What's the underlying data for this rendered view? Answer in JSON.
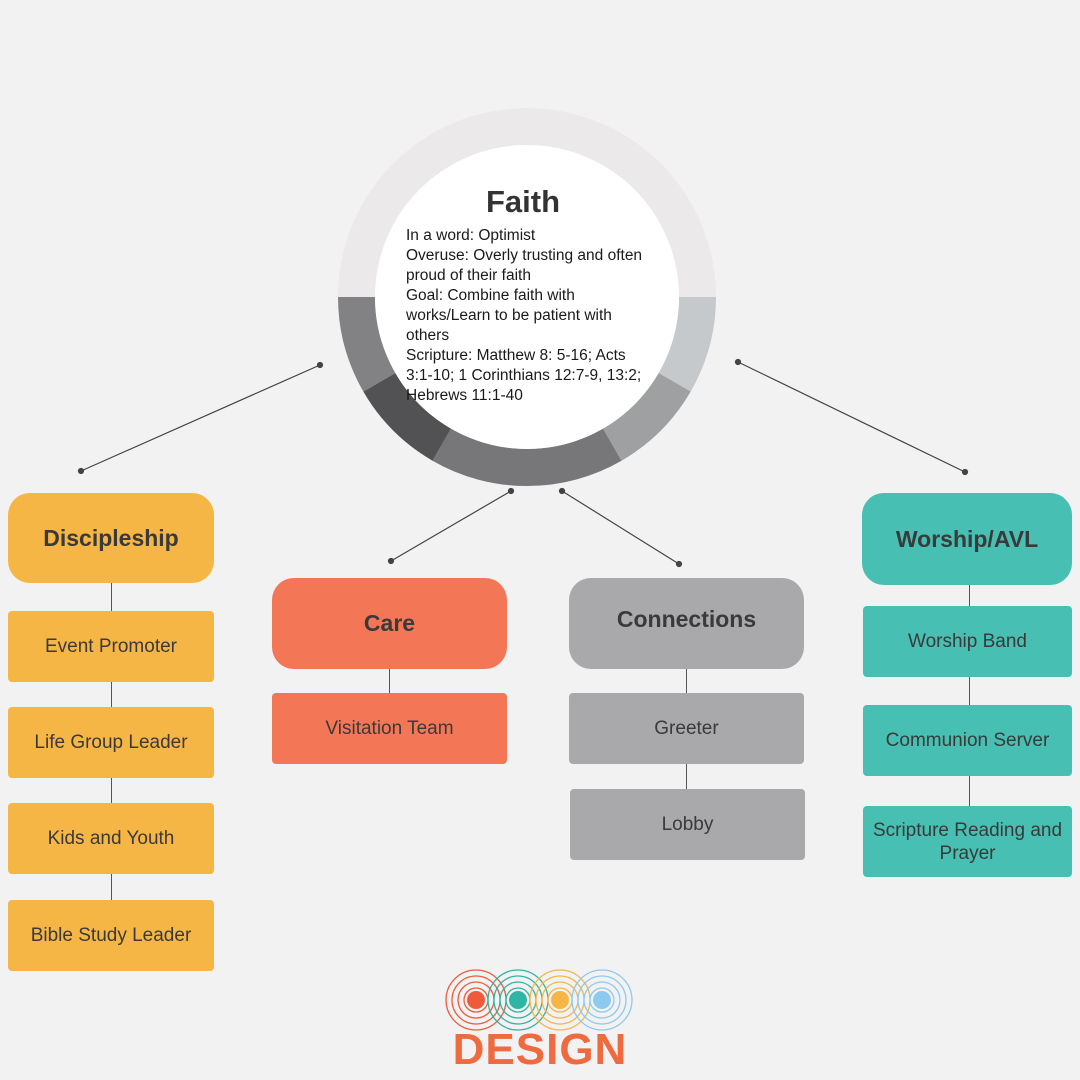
{
  "center": {
    "title": "Faith",
    "lines": [
      "In a word: Optimist",
      "Overuse: Overly trusting and often proud of their faith",
      "Goal: Combine faith with works/Learn to be patient with others",
      "Scripture: Matthew 8: 5-16; Acts 3:1-10; 1 Corinthians 12:7-9, 13:2; Hebrews 11:1-40"
    ]
  },
  "branches": {
    "discipleship": {
      "title": "Discipleship",
      "items": [
        "Event Promoter",
        "Life Group Leader",
        "Kids and Youth",
        "Bible Study Leader"
      ]
    },
    "care": {
      "title": "Care",
      "items": [
        "Visitation Team"
      ]
    },
    "connections": {
      "title": "Connections",
      "items": [
        "Greeter",
        "Lobby"
      ]
    },
    "worship": {
      "title": "Worship/AVL",
      "items": [
        "Worship Band",
        "Communion Server",
        "Scripture Reading and Prayer"
      ]
    }
  },
  "colors": {
    "discipleship": "#f6b646",
    "care": "#f37757",
    "connections": "#a9a8aa",
    "worship": "#47bfb2"
  },
  "logo": {
    "text": "DESIGN",
    "dot_colors": [
      "#ef5a3a",
      "#2fb5a3",
      "#f6b646",
      "#8ec9ef"
    ]
  }
}
